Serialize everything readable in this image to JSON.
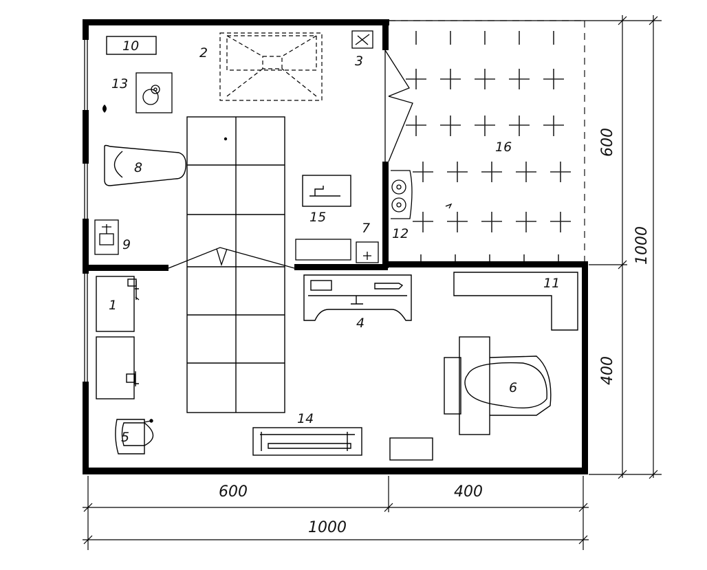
{
  "labels": {
    "n1": "1",
    "n2": "2",
    "n3": "3",
    "n4": "4",
    "n5": "5",
    "n6": "6",
    "n7": "7",
    "n8": "8",
    "n9": "9",
    "n10": "10",
    "n11": "11",
    "n12": "12",
    "n13": "13",
    "n14": "14",
    "n15": "15",
    "n16": "16"
  },
  "dimensions": {
    "bottom_left": "600",
    "bottom_right": "400",
    "bottom_total": "1000",
    "right_upper": "600",
    "right_lower": "400",
    "right_total": "1000"
  }
}
